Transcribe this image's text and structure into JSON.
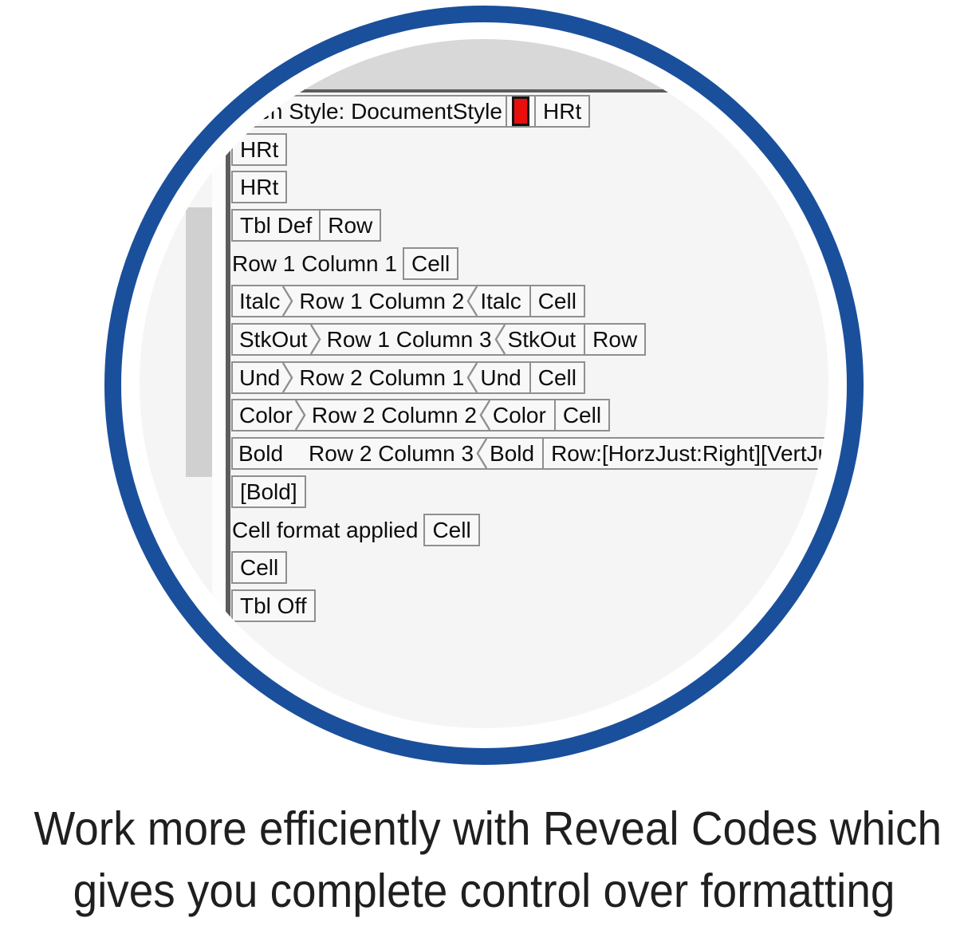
{
  "caption": {
    "line1": "Work more efficiently with Reveal Codes which",
    "line2": "gives you complete control over formatting"
  },
  "colors": {
    "ring_blue": "#1a4f9c",
    "cursor_red": "#e80f0d",
    "band_gray": "#d8d8d8",
    "pane_bg": "#f5f5f5",
    "box_bg": "#f8f8f8",
    "box_border": "#8f8f8f",
    "line_dark": "#5c5c5c",
    "scrollbar_gray": "#d0d0d0",
    "code_text": "#0d0d0d",
    "caption_color": "#1f1f1f"
  },
  "reveal_codes": {
    "rows": [
      {
        "style": "plain",
        "tokens": [
          {
            "t": "box",
            "label": "Open Style: DocumentStyle"
          },
          {
            "t": "cursor",
            "label": ""
          },
          {
            "t": "box",
            "label": "HRt"
          }
        ]
      },
      {
        "style": "plain",
        "tokens": [
          {
            "t": "box",
            "label": "HRt"
          }
        ]
      },
      {
        "style": "plain",
        "tokens": [
          {
            "t": "box",
            "label": "HRt"
          }
        ]
      },
      {
        "style": "plain",
        "tokens": [
          {
            "t": "box",
            "label": "Tbl Def"
          },
          {
            "t": "box",
            "label": "Row"
          }
        ]
      },
      {
        "style": "plain",
        "tokens": [
          {
            "t": "text",
            "label": "Row 1 Column 1"
          },
          {
            "t": "box",
            "label": "Cell"
          }
        ]
      },
      {
        "style": "strip",
        "tokens": [
          {
            "t": "open",
            "label": "Italc"
          },
          {
            "t": "text",
            "label": "Row 1 Column 2"
          },
          {
            "t": "close",
            "label": "Italc"
          },
          {
            "t": "boxseg",
            "label": "Cell"
          }
        ]
      },
      {
        "style": "strip",
        "tokens": [
          {
            "t": "open",
            "label": "StkOut"
          },
          {
            "t": "text",
            "label": "Row 1 Column 3"
          },
          {
            "t": "close",
            "label": "StkOut"
          },
          {
            "t": "boxseg",
            "label": "Row"
          }
        ]
      },
      {
        "style": "strip",
        "tokens": [
          {
            "t": "open",
            "label": "Und"
          },
          {
            "t": "text",
            "label": "Row 2 Column 1"
          },
          {
            "t": "close",
            "label": "Und"
          },
          {
            "t": "boxseg",
            "label": "Cell"
          }
        ]
      },
      {
        "style": "strip",
        "tokens": [
          {
            "t": "open",
            "label": "Color"
          },
          {
            "t": "text",
            "label": "Row 2 Column 2"
          },
          {
            "t": "close",
            "label": "Color"
          },
          {
            "t": "boxseg",
            "label": "Cell"
          }
        ]
      },
      {
        "style": "strip clip-right",
        "tokens": [
          {
            "t": "text",
            "label": "Bold"
          },
          {
            "t": "text",
            "label": "Row 2 Column 3"
          },
          {
            "t": "close",
            "label": "Bold"
          },
          {
            "t": "boxseg",
            "label": "Row:[HorzJust:Right][VertJu"
          }
        ]
      },
      {
        "style": "plain",
        "tokens": [
          {
            "t": "box",
            "label": "[Bold]"
          }
        ]
      },
      {
        "style": "plain",
        "tokens": [
          {
            "t": "text",
            "label": "Cell format applied"
          },
          {
            "t": "box",
            "label": "Cell"
          }
        ]
      },
      {
        "style": "plain",
        "tokens": [
          {
            "t": "box",
            "label": "Cell"
          }
        ]
      },
      {
        "style": "plain",
        "tokens": [
          {
            "t": "box",
            "label": "Tbl Off"
          }
        ]
      }
    ]
  }
}
